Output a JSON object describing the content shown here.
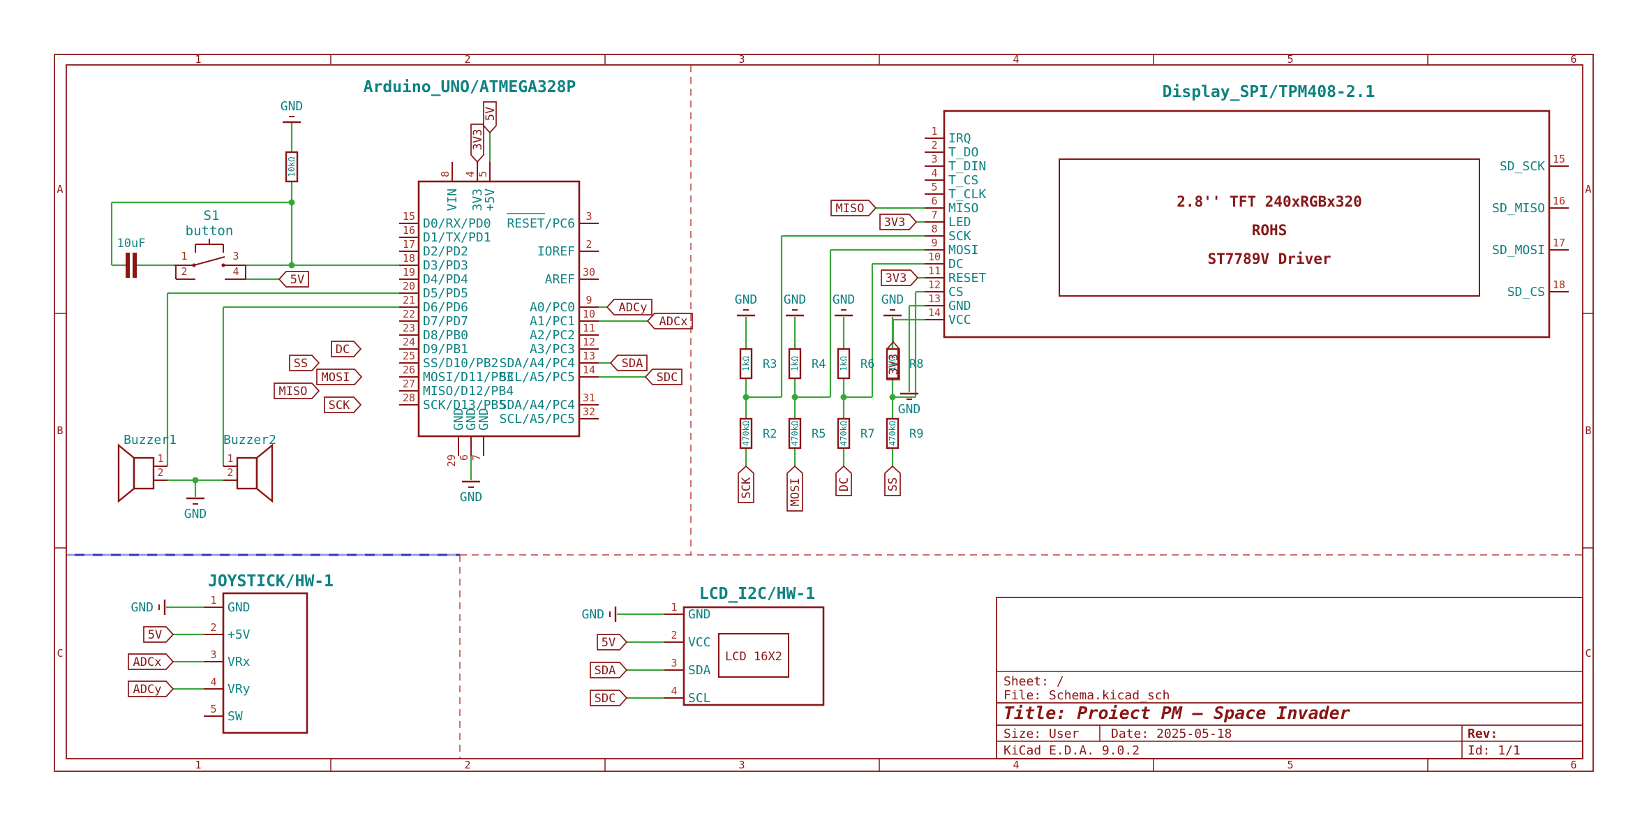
{
  "colors": {
    "symbol_outline": "#8A1616",
    "pin_number": "#A93226",
    "text_teal": "#0E8282",
    "wire_green": "#3AA63A",
    "dashed_red": "#C75B5B",
    "partition_blue": "#3434BE",
    "background": "#FFFFFF"
  },
  "sheet": {
    "columns": [
      "1",
      "2",
      "3",
      "4",
      "5",
      "6"
    ],
    "rows": [
      "A",
      "B",
      "C"
    ]
  },
  "title_block": {
    "sheet": "Sheet: /",
    "file": "File: Schema.kicad_sch",
    "title": "Title:  Proiect PM — Space Invader",
    "size": "Size: User",
    "date": "Date: 2025-05-18",
    "rev": "Rev:",
    "app": "KiCad E.D.A. 9.0.2",
    "id": "Id: 1/1"
  },
  "components": {
    "arduino": {
      "title": "Arduino_UNO/ATMEGA328P",
      "left": [
        {
          "n": "15",
          "name": "D0/RX/PD0"
        },
        {
          "n": "16",
          "name": "D1/TX/PD1"
        },
        {
          "n": "17",
          "name": "D2/PD2"
        },
        {
          "n": "18",
          "name": "D3/PD3"
        },
        {
          "n": "19",
          "name": "D4/PD4"
        },
        {
          "n": "20",
          "name": "D5/PD5"
        },
        {
          "n": "21",
          "name": "D6/PD6"
        },
        {
          "n": "22",
          "name": "D7/PD7"
        },
        {
          "n": "23",
          "name": "D8/PB0"
        },
        {
          "n": "24",
          "name": "D9/PB1"
        },
        {
          "n": "25",
          "name": "SS/D10/PB2"
        },
        {
          "n": "26",
          "name": "MOSI/D11/PB3"
        },
        {
          "n": "27",
          "name": "MISO/D12/PB4"
        },
        {
          "n": "28",
          "name": "SCK/D13/PB5"
        }
      ],
      "right": [
        {
          "n": "3",
          "name": "RESET/PC6"
        },
        {
          "n": "2",
          "name": "IOREF"
        },
        {
          "n": "30",
          "name": "AREF"
        },
        {
          "n": "9",
          "name": "A0/PC0"
        },
        {
          "n": "10",
          "name": "A1/PC1"
        },
        {
          "n": "11",
          "name": "A2/PC2"
        },
        {
          "n": "12",
          "name": "A3/PC3"
        },
        {
          "n": "13",
          "name": "SDA/A4/PC4"
        },
        {
          "n": "14",
          "name": "SCL/A5/PC5"
        },
        {
          "n": "31",
          "name": "SDA/A4/PC4"
        },
        {
          "n": "32",
          "name": "SCL/A5/PC5"
        }
      ],
      "top": [
        {
          "n": "8",
          "name": "VIN"
        },
        {
          "n": "4",
          "name": "3V3"
        },
        {
          "n": "5",
          "name": "+5V"
        }
      ],
      "bottom": [
        {
          "n": "29",
          "name": "GND"
        },
        {
          "n": "6",
          "name": "GND"
        },
        {
          "n": "7",
          "name": "GND"
        }
      ]
    },
    "display": {
      "title": "Display_SPI/TPM408-2.1",
      "left": [
        {
          "n": "1",
          "name": "IRQ"
        },
        {
          "n": "2",
          "name": "T_DO"
        },
        {
          "n": "3",
          "name": "T_DIN"
        },
        {
          "n": "4",
          "name": "T_CS"
        },
        {
          "n": "5",
          "name": "T_CLK"
        },
        {
          "n": "6",
          "name": "MISO"
        },
        {
          "n": "7",
          "name": "LED"
        },
        {
          "n": "8",
          "name": "SCK"
        },
        {
          "n": "9",
          "name": "MOSI"
        },
        {
          "n": "10",
          "name": "DC"
        },
        {
          "n": "11",
          "name": "RESET"
        },
        {
          "n": "12",
          "name": "CS"
        },
        {
          "n": "13",
          "name": "GND"
        },
        {
          "n": "14",
          "name": "VCC"
        }
      ],
      "right": [
        {
          "n": "15",
          "name": "SD_SCK"
        },
        {
          "n": "16",
          "name": "SD_MISO"
        },
        {
          "n": "17",
          "name": "SD_MOSI"
        },
        {
          "n": "18",
          "name": "SD_CS"
        }
      ],
      "box_lines": [
        "2.8'' TFT 240xRGBx320",
        "ROHS",
        "ST7789V Driver"
      ]
    },
    "joystick": {
      "title": "JOYSTICK/HW-1",
      "left": [
        {
          "n": "1",
          "name": "GND"
        },
        {
          "n": "2",
          "name": "+5V"
        },
        {
          "n": "3",
          "name": "VRx"
        },
        {
          "n": "4",
          "name": "VRy"
        },
        {
          "n": "5",
          "name": "SW"
        }
      ]
    },
    "lcd": {
      "title": "LCD_I2C/HW-1",
      "left": [
        {
          "n": "1",
          "name": "GND"
        },
        {
          "n": "2",
          "name": "VCC"
        },
        {
          "n": "3",
          "name": "SDA"
        },
        {
          "n": "4",
          "name": "SCL"
        }
      ],
      "box_lines": [
        "LCD 16X2"
      ]
    },
    "s1": {
      "ref": "S1",
      "value": "button",
      "pins": [
        "1",
        "2",
        "3",
        "4"
      ]
    },
    "cap1": {
      "value": "10uF"
    },
    "pullup": {
      "value": "10kΩ"
    },
    "buzzer1": {
      "ref": "Buzzer1",
      "pins": [
        "1",
        "2"
      ]
    },
    "buzzer2": {
      "ref": "Buzzer2",
      "pins": [
        "1",
        "2"
      ]
    },
    "resistors": [
      {
        "ref": "R3",
        "value": "1kΩ"
      },
      {
        "ref": "R4",
        "value": "1kΩ"
      },
      {
        "ref": "R6",
        "value": "1kΩ"
      },
      {
        "ref": "R8",
        "value": "1kΩ"
      },
      {
        "ref": "R2",
        "value": "470kΩ"
      },
      {
        "ref": "R5",
        "value": "470kΩ"
      },
      {
        "ref": "R7",
        "value": "470kΩ"
      },
      {
        "ref": "R9",
        "value": "470kΩ"
      }
    ]
  },
  "net_labels": [
    "5V",
    "DC",
    "SS",
    "MOSI",
    "MISO",
    "SCK",
    "ADCy",
    "ADCx",
    "SDA",
    "SDC",
    "MISO",
    "3V3",
    "3V3",
    "SCK",
    "MOSI",
    "DC",
    "SS",
    "5V",
    "ADCx",
    "ADCy",
    "5V",
    "SDA",
    "SDC"
  ],
  "power_flags": [
    "5V",
    "3V3",
    "3V3"
  ],
  "gnd_label": "GND"
}
